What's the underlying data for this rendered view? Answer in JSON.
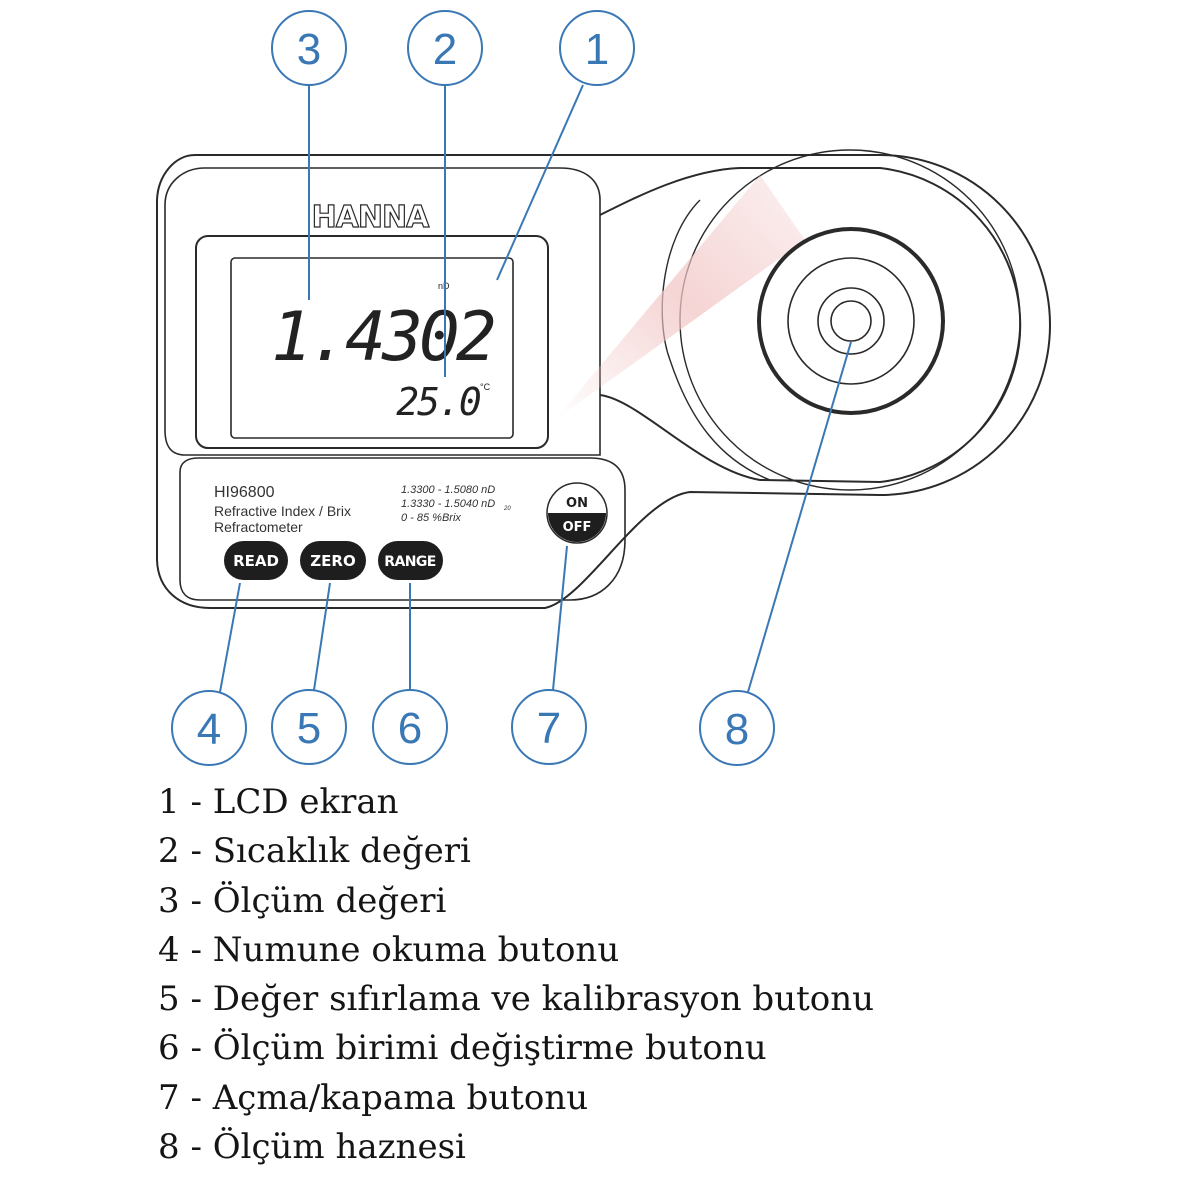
{
  "device": {
    "brand": "HANNA",
    "lcd": {
      "measurement": "1.4302",
      "measurement_unit": "nD",
      "temperature": "25.0",
      "temperature_unit": "°C"
    },
    "model": "HI96800",
    "description_line1": "Refractive Index / Brix",
    "description_line2": "Refractometer",
    "ranges": [
      "1.3300 - 1.5080 nD",
      "1.3330 - 1.5040 nD",
      "0 - 85 %Brix"
    ],
    "range_subscript": "20",
    "buttons": {
      "read": "READ",
      "zero": "ZERO",
      "range": "RANGE",
      "on": "ON",
      "off": "OFF"
    }
  },
  "callouts": [
    "1",
    "2",
    "3",
    "4",
    "5",
    "6",
    "7",
    "8"
  ],
  "legend": [
    "1 - LCD ekran",
    "2 - Sıcaklık değeri",
    "3 - Ölçüm değeri",
    "4 - Numune okuma butonu",
    "5 - Değer sıfırlama ve kalibrasyon butonu",
    "6 - Ölçüm birimi değiştirme butonu",
    "7 - Açma/kapama butonu",
    "8 - Ölçüm haznesi"
  ],
  "colors": {
    "outline": "#2a2a2a",
    "callout": "#3a78b5",
    "button_fill": "#1e1e1e",
    "prism_glow": "#f2c6c6"
  }
}
